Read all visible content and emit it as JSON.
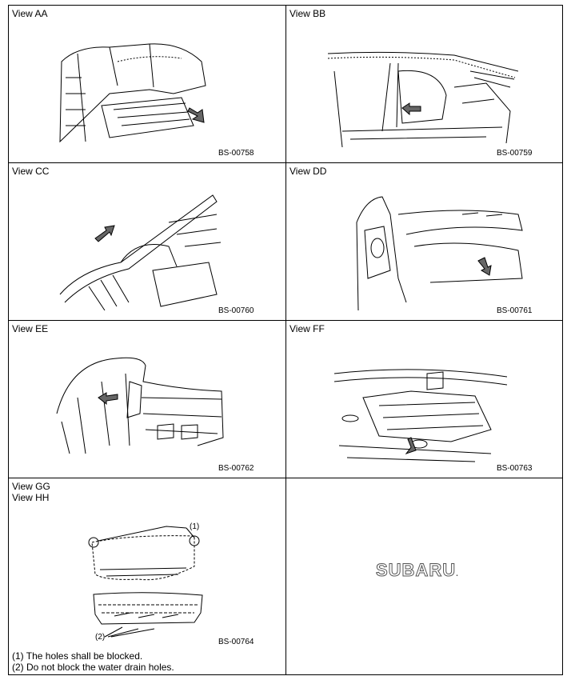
{
  "views": [
    {
      "id": "aa",
      "label": "View AA",
      "code": "BS-00758"
    },
    {
      "id": "bb",
      "label": "View BB",
      "code": "BS-00759"
    },
    {
      "id": "cc",
      "label": "View CC",
      "code": "BS-00760"
    },
    {
      "id": "dd",
      "label": "View DD",
      "code": "BS-00761"
    },
    {
      "id": "ee",
      "label": "View EE",
      "code": "BS-00762"
    },
    {
      "id": "ff",
      "label": "View FF",
      "code": "BS-00763"
    },
    {
      "id": "gg",
      "label": "View GG",
      "label2": "View HH",
      "code": "BS-00764",
      "callout1": "(1)",
      "callout2": "(2)"
    }
  ],
  "notes": [
    "(1) The holes shall be blocked.",
    "(2) Do not block the water drain holes."
  ],
  "logo": {
    "text": "SUBARU",
    "color": "#555555"
  }
}
